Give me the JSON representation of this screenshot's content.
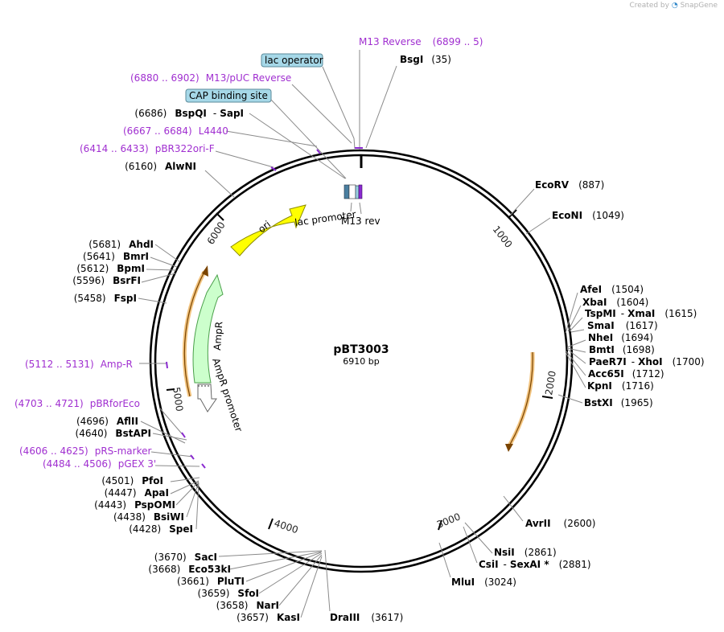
{
  "credit": {
    "prefix": "Created by",
    "brand": "SnapGene"
  },
  "plasmid": {
    "name": "pBT3003",
    "size_label": "6910 bp",
    "total_bp": 6910
  },
  "ticks": [
    "1000",
    "2000",
    "3000",
    "4000",
    "5000",
    "6000"
  ],
  "features": [
    {
      "label": "ori",
      "color": "#ffff00",
      "stroke": "#9a9a00"
    },
    {
      "label": "AmpR",
      "color": "#ccffcc",
      "stroke": "#4aa04a"
    },
    {
      "label": "AmpR promoter",
      "color": "#ffffff",
      "stroke": "#666666"
    },
    {
      "label": "lac promoter"
    },
    {
      "label": "M13 rev"
    },
    {
      "label": "lac operator",
      "color": "#a6d8e8"
    },
    {
      "label": "CAP binding site",
      "color": "#a6d8e8"
    }
  ],
  "sites": [
    {
      "id": "bsgi",
      "name": "BsgI",
      "pos": "(35)"
    },
    {
      "id": "ecorv",
      "name": "EcoRV",
      "pos": "(887)"
    },
    {
      "id": "econi",
      "name": "EcoNI",
      "pos": "(1049)"
    },
    {
      "id": "afei",
      "name": "AfeI",
      "pos": "(1504)"
    },
    {
      "id": "xbai",
      "name": "XbaI",
      "pos": "(1604)"
    },
    {
      "id": "tspmi",
      "name": "TspMI",
      "name2": "XmaI",
      "pos": "(1615)"
    },
    {
      "id": "smai",
      "name": "SmaI",
      "pos": "(1617)"
    },
    {
      "id": "nhei",
      "name": "NheI",
      "pos": "(1694)"
    },
    {
      "id": "bmti",
      "name": "BmtI",
      "pos": "(1698)"
    },
    {
      "id": "paer7i",
      "name": "PaeR7I",
      "name2": "XhoI",
      "pos": "(1700)"
    },
    {
      "id": "acc65i",
      "name": "Acc65I",
      "pos": "(1712)"
    },
    {
      "id": "kpni",
      "name": "KpnI",
      "pos": "(1716)"
    },
    {
      "id": "bstxi",
      "name": "BstXI",
      "pos": "(1965)"
    },
    {
      "id": "avrii",
      "name": "AvrII",
      "pos": "(2600)"
    },
    {
      "id": "nsii",
      "name": "NsiI",
      "pos": "(2861)"
    },
    {
      "id": "csii",
      "name": "CsiI",
      "name2": "SexAI *",
      "pos": "(2881)"
    },
    {
      "id": "mlui",
      "name": "MluI",
      "pos": "(3024)"
    },
    {
      "id": "draiii",
      "name": "DraIII",
      "pos": "(3617)"
    },
    {
      "id": "saci",
      "name": "SacI",
      "pos": "(3670)"
    },
    {
      "id": "eco53ki",
      "name": "Eco53kI",
      "pos": "(3668)"
    },
    {
      "id": "pluti",
      "name": "PluTI",
      "pos": "(3661)"
    },
    {
      "id": "sfoi",
      "name": "SfoI",
      "pos": "(3659)"
    },
    {
      "id": "nari",
      "name": "NarI",
      "pos": "(3658)"
    },
    {
      "id": "kasi",
      "name": "KasI",
      "pos": "(3657)"
    },
    {
      "id": "pfoi",
      "name": "PfoI",
      "pos": "(4501)"
    },
    {
      "id": "apai",
      "name": "ApaI",
      "pos": "(4447)"
    },
    {
      "id": "pspomi",
      "name": "PspOMI",
      "pos": "(4443)"
    },
    {
      "id": "bsiwi",
      "name": "BsiWI",
      "pos": "(4438)"
    },
    {
      "id": "spei",
      "name": "SpeI",
      "pos": "(4428)"
    },
    {
      "id": "aflii",
      "name": "AflII",
      "pos": "(4696)"
    },
    {
      "id": "bstapi",
      "name": "BstAPI",
      "pos": "(4640)"
    },
    {
      "id": "fspi",
      "name": "FspI",
      "pos": "(5458)"
    },
    {
      "id": "ahdi",
      "name": "AhdI",
      "pos": "(5681)"
    },
    {
      "id": "bmri",
      "name": "BmrI",
      "pos": "(5641)"
    },
    {
      "id": "bpmi",
      "name": "BpmI",
      "pos": "(5612)"
    },
    {
      "id": "bsrfi",
      "name": "BsrFI",
      "pos": "(5596)"
    },
    {
      "id": "alwni",
      "name": "AlwNI",
      "pos": "(6160)"
    },
    {
      "id": "bspqi",
      "name": "BspQI",
      "name2": "SapI",
      "pos": "(6686)"
    }
  ],
  "primers": [
    {
      "id": "m13rev",
      "name": "M13 Reverse",
      "range": "(6899 .. 5)"
    },
    {
      "id": "m13puc",
      "name": "M13/pUC Reverse",
      "range": "(6880 .. 6902)"
    },
    {
      "id": "l4440",
      "name": "L4440",
      "range": "(6667 .. 6684)"
    },
    {
      "id": "pbr322",
      "name": "pBR322ori-F",
      "range": "(6414 .. 6433)"
    },
    {
      "id": "ampr",
      "name": "Amp-R",
      "range": "(5112 .. 5131)"
    },
    {
      "id": "pbrforeco",
      "name": "pBRforEco",
      "range": "(4703 .. 4721)"
    },
    {
      "id": "prsmarker",
      "name": "pRS-marker",
      "range": "(4606 .. 4625)"
    },
    {
      "id": "pgex3",
      "name": "pGEX 3'",
      "range": "(4484 .. 4506)"
    }
  ]
}
